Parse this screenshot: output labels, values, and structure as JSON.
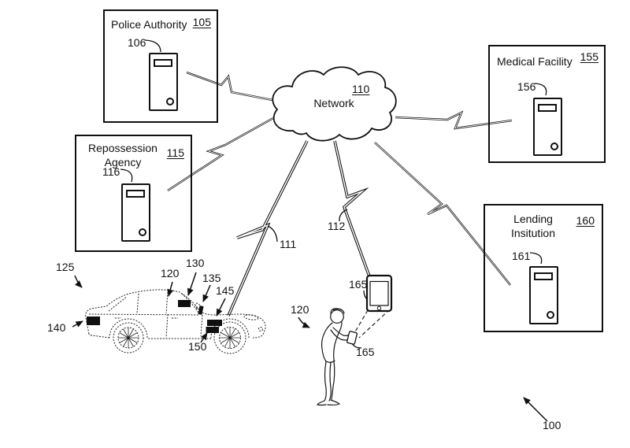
{
  "colors": {
    "ink": "#111111",
    "background": "#ffffff"
  },
  "figure_ref": "100",
  "network": {
    "label": "Network",
    "ref": "110"
  },
  "boxes": {
    "police": {
      "title": "Police Authority",
      "ref": "105",
      "server_ref": "106"
    },
    "repossession": {
      "title": "Repossession Agency",
      "ref": "115",
      "server_ref": "116"
    },
    "medical": {
      "title": "Medical Facility",
      "ref": "155",
      "server_ref": "156"
    },
    "lending": {
      "title": "Lending Insitution",
      "ref": "160",
      "server_ref": "161"
    }
  },
  "connections": {
    "network_to_vehicle_ref": "111",
    "network_to_mobile_ref": "112"
  },
  "vehicle": {
    "ref": "125",
    "devices": {
      "rear": "140",
      "cabin": "120",
      "roof": "130",
      "pillar": "135",
      "fender_upper": "145",
      "fender_lower": "150"
    }
  },
  "person": {
    "ref": "120",
    "mobile_device_ref": "165",
    "mobile_device_detail_ref": "165"
  }
}
